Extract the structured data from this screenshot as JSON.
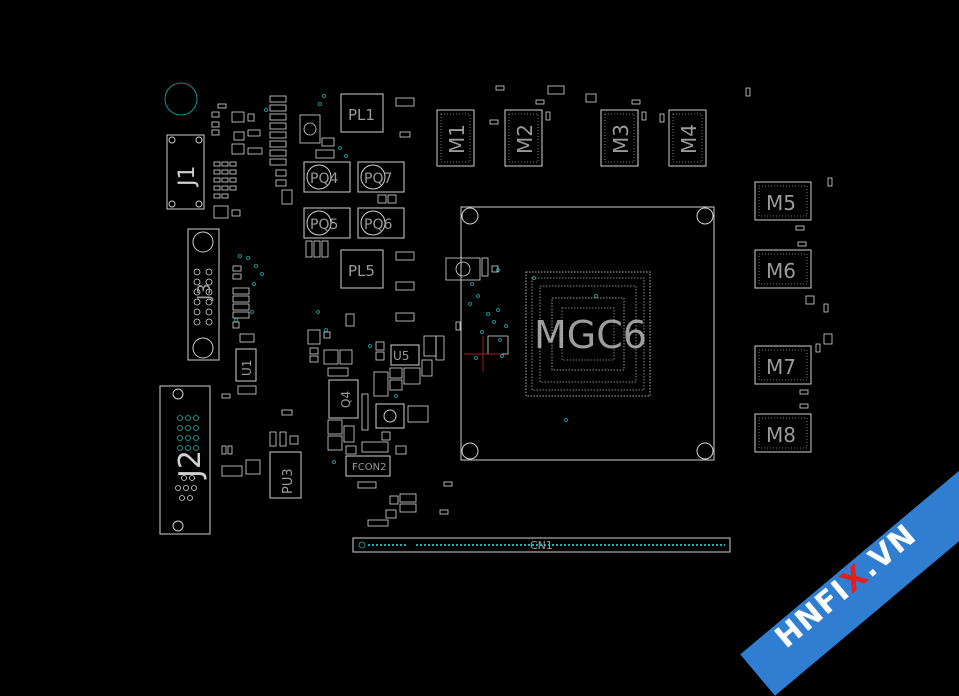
{
  "board": {
    "components": {
      "J1": "J1",
      "J3": "J3",
      "J2": "J2",
      "U1": "U1",
      "PL1": "PL1",
      "PL5": "PL5",
      "PQ4": "PQ4",
      "PQ7": "PQ7",
      "PQ5": "PQ5",
      "PQ6": "PQ6",
      "PU3": "PU3",
      "U5": "U5",
      "Q4": "Q4",
      "FCON2": "FCON2",
      "CN1": "CN1",
      "GPU": "MGC6"
    },
    "memory": [
      "M1",
      "M2",
      "M3",
      "M4",
      "M5",
      "M6",
      "M7",
      "M8"
    ]
  },
  "watermark": {
    "part1": "HNFI",
    "part2": "X",
    "part3": ".VN"
  },
  "colors": {
    "background": "#000000",
    "outline": "#cfcfcf",
    "via": "#17b2b2",
    "banner": "#2f7ed1"
  }
}
